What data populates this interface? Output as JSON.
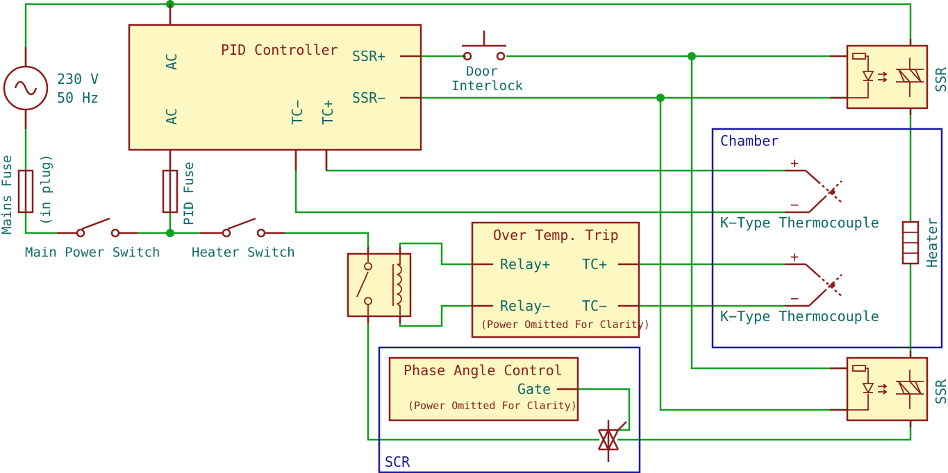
{
  "source": {
    "voltage": "230 V",
    "frequency": "50 Hz"
  },
  "mains_fuse": {
    "label": "Mains Fuse",
    "note": "(in plug)"
  },
  "pid_fuse": {
    "label": "PID Fuse"
  },
  "main_switch": {
    "label": "Main Power Switch"
  },
  "heater_switch": {
    "label": "Heater Switch"
  },
  "pid": {
    "title": "PID Controller",
    "ac1": "AC",
    "ac2": "AC",
    "tc_minus": "TC−",
    "tc_plus": "TC+",
    "ssr_plus": "SSR+",
    "ssr_minus": "SSR−"
  },
  "door": {
    "line1": "Door",
    "line2": "Interlock"
  },
  "ssr_top": {
    "label": "SSR"
  },
  "ssr_bottom": {
    "label": "SSR"
  },
  "chamber": {
    "title": "Chamber",
    "tc1": {
      "plus": "+",
      "minus": "−",
      "label": "K−Type Thermocouple"
    },
    "tc2": {
      "plus": "+",
      "minus": "−",
      "label": "K−Type Thermocouple"
    },
    "heater": "Heater"
  },
  "overtemp": {
    "title": "Over Temp. Trip",
    "relay_plus": "Relay+",
    "relay_minus": "Relay−",
    "tc_plus": "TC+",
    "tc_minus": "TC−",
    "note": "(Power Omitted For Clarity)"
  },
  "scr_box": {
    "label": "SCR",
    "phase": {
      "title": "Phase Angle Control",
      "gate": "Gate",
      "note": "(Power Omitted For Clarity)"
    }
  }
}
